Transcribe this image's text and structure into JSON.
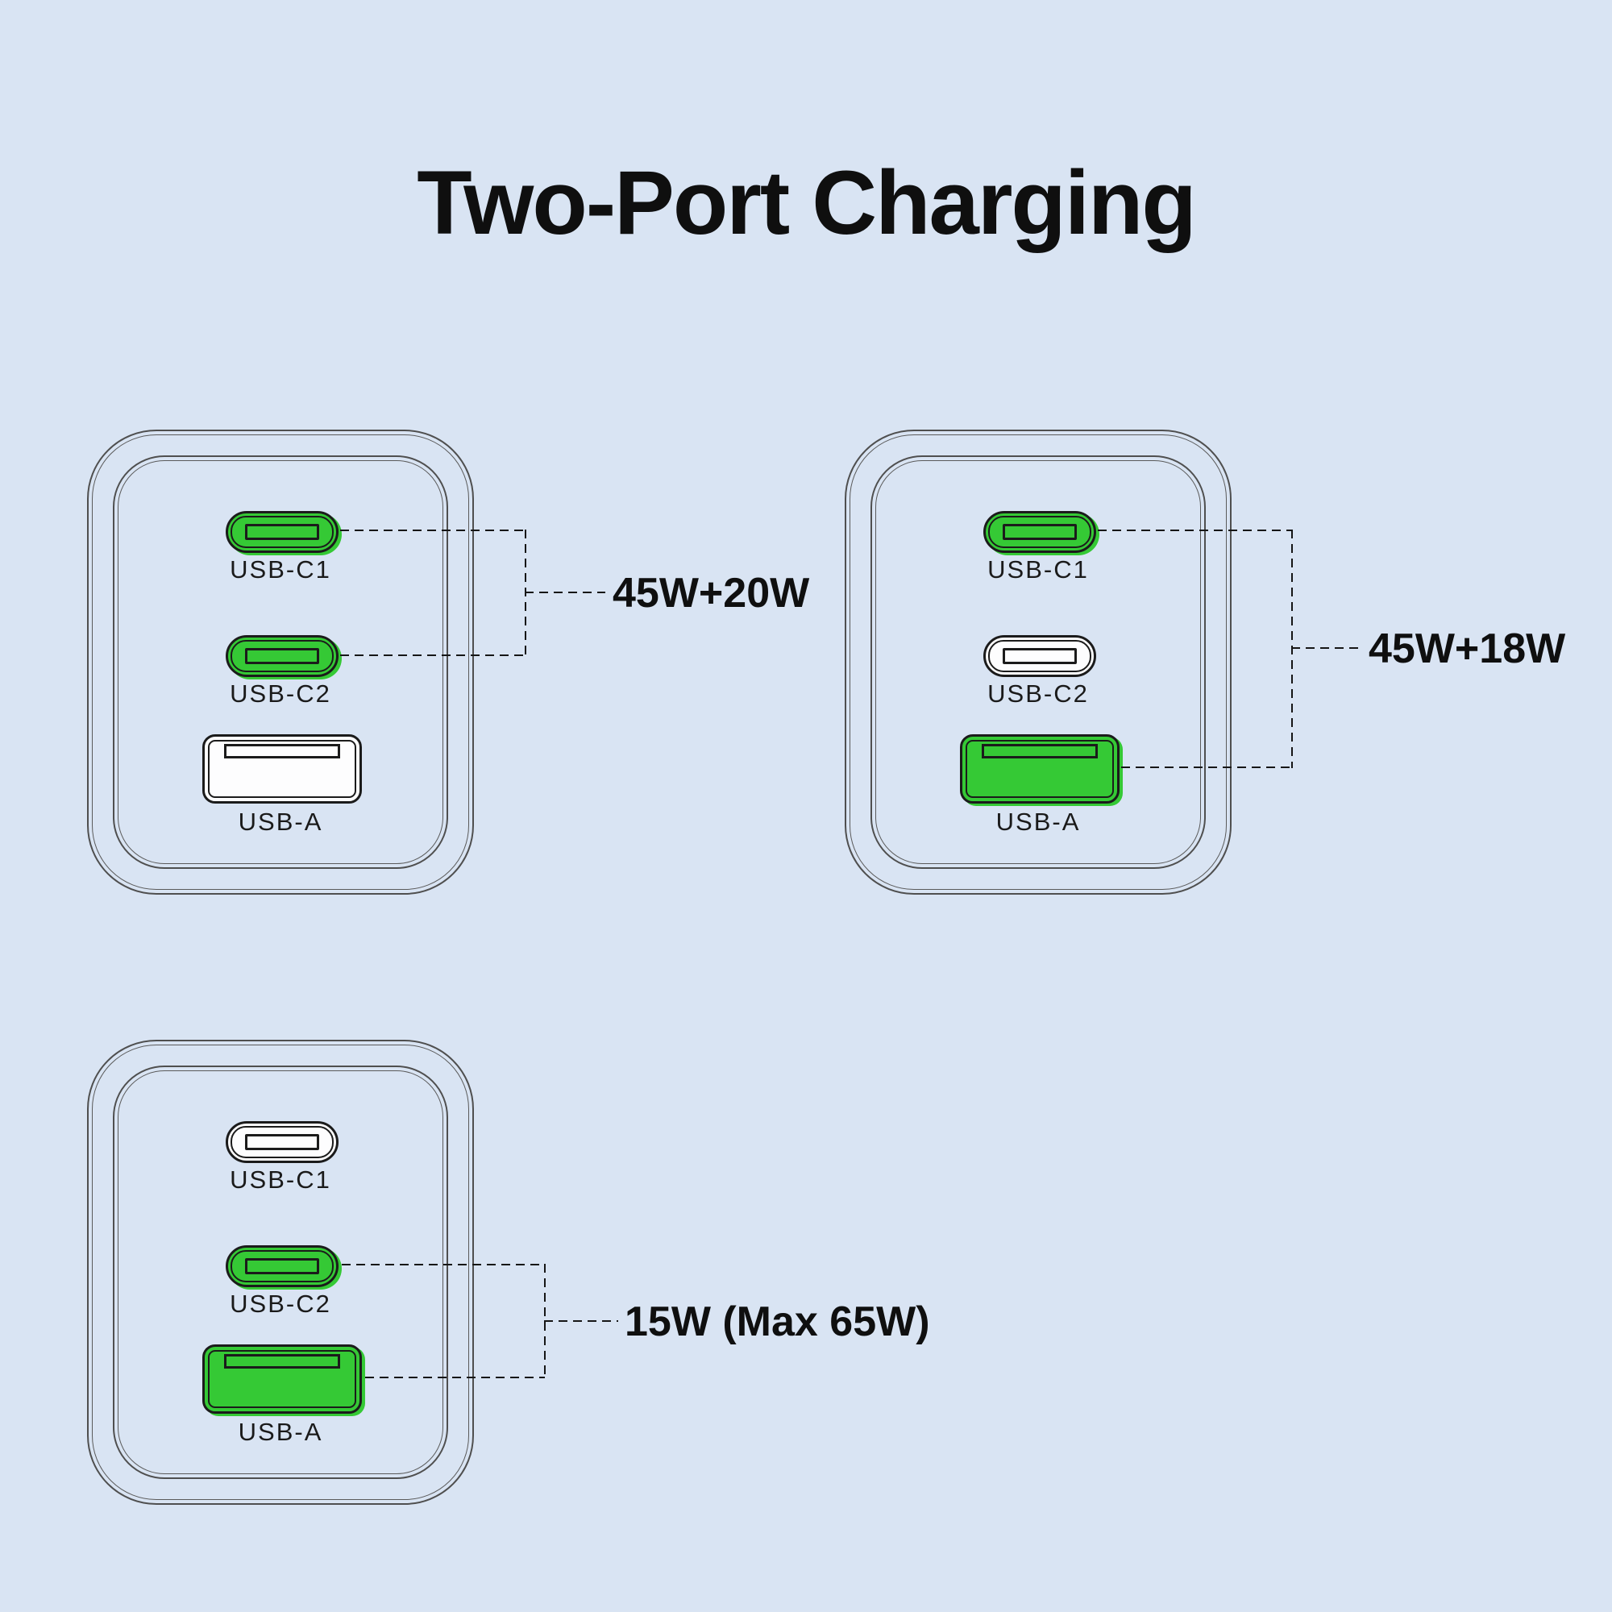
{
  "title": "Two-Port Charging",
  "colors": {
    "background": "#d9e4f3",
    "port_highlight_green": "#35c935",
    "port_inactive_fill": "#fdfdfe",
    "outline": "#1b1b1b",
    "body_line": "#4f4f4f",
    "text": "#0f0f0f"
  },
  "chargers": [
    {
      "name": "charger-top-left",
      "wattage_label": "45W+20W",
      "ports": [
        {
          "name": "USB-C1",
          "type": "usb-c",
          "highlighted": true
        },
        {
          "name": "USB-C2",
          "type": "usb-c",
          "highlighted": true
        },
        {
          "name": "USB-A",
          "type": "usb-a",
          "highlighted": false
        }
      ]
    },
    {
      "name": "charger-top-right",
      "wattage_label": "45W+18W",
      "ports": [
        {
          "name": "USB-C1",
          "type": "usb-c",
          "highlighted": true
        },
        {
          "name": "USB-C2",
          "type": "usb-c",
          "highlighted": false
        },
        {
          "name": "USB-A",
          "type": "usb-a",
          "highlighted": true
        }
      ]
    },
    {
      "name": "charger-bottom-left",
      "wattage_label": "15W (Max 65W)",
      "ports": [
        {
          "name": "USB-C1",
          "type": "usb-c",
          "highlighted": false
        },
        {
          "name": "USB-C2",
          "type": "usb-c",
          "highlighted": true
        },
        {
          "name": "USB-A",
          "type": "usb-a",
          "highlighted": true
        }
      ]
    }
  ]
}
